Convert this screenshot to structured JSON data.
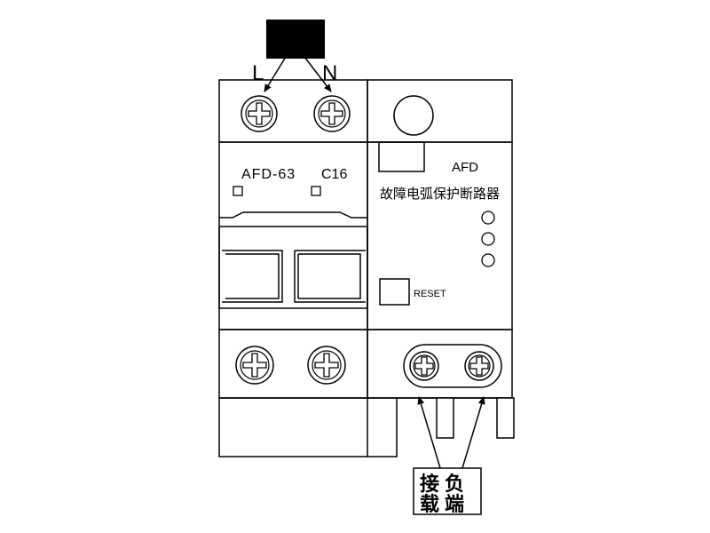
{
  "input_terminals": {
    "line": "L",
    "neutral": "N"
  },
  "breaker": {
    "model": "AFD-63",
    "rating": "C16"
  },
  "afd_module": {
    "code": "AFD",
    "name": "故障电弧保护断路器",
    "reset_label": "RESET"
  },
  "load_caption": {
    "line1": "接负",
    "line2": "载端"
  },
  "colors": {
    "ink": "#000000",
    "paper": "#ffffff"
  },
  "icons": [
    "screw-terminal-icon",
    "indicator-led-icon",
    "power-plug-block-icon"
  ]
}
